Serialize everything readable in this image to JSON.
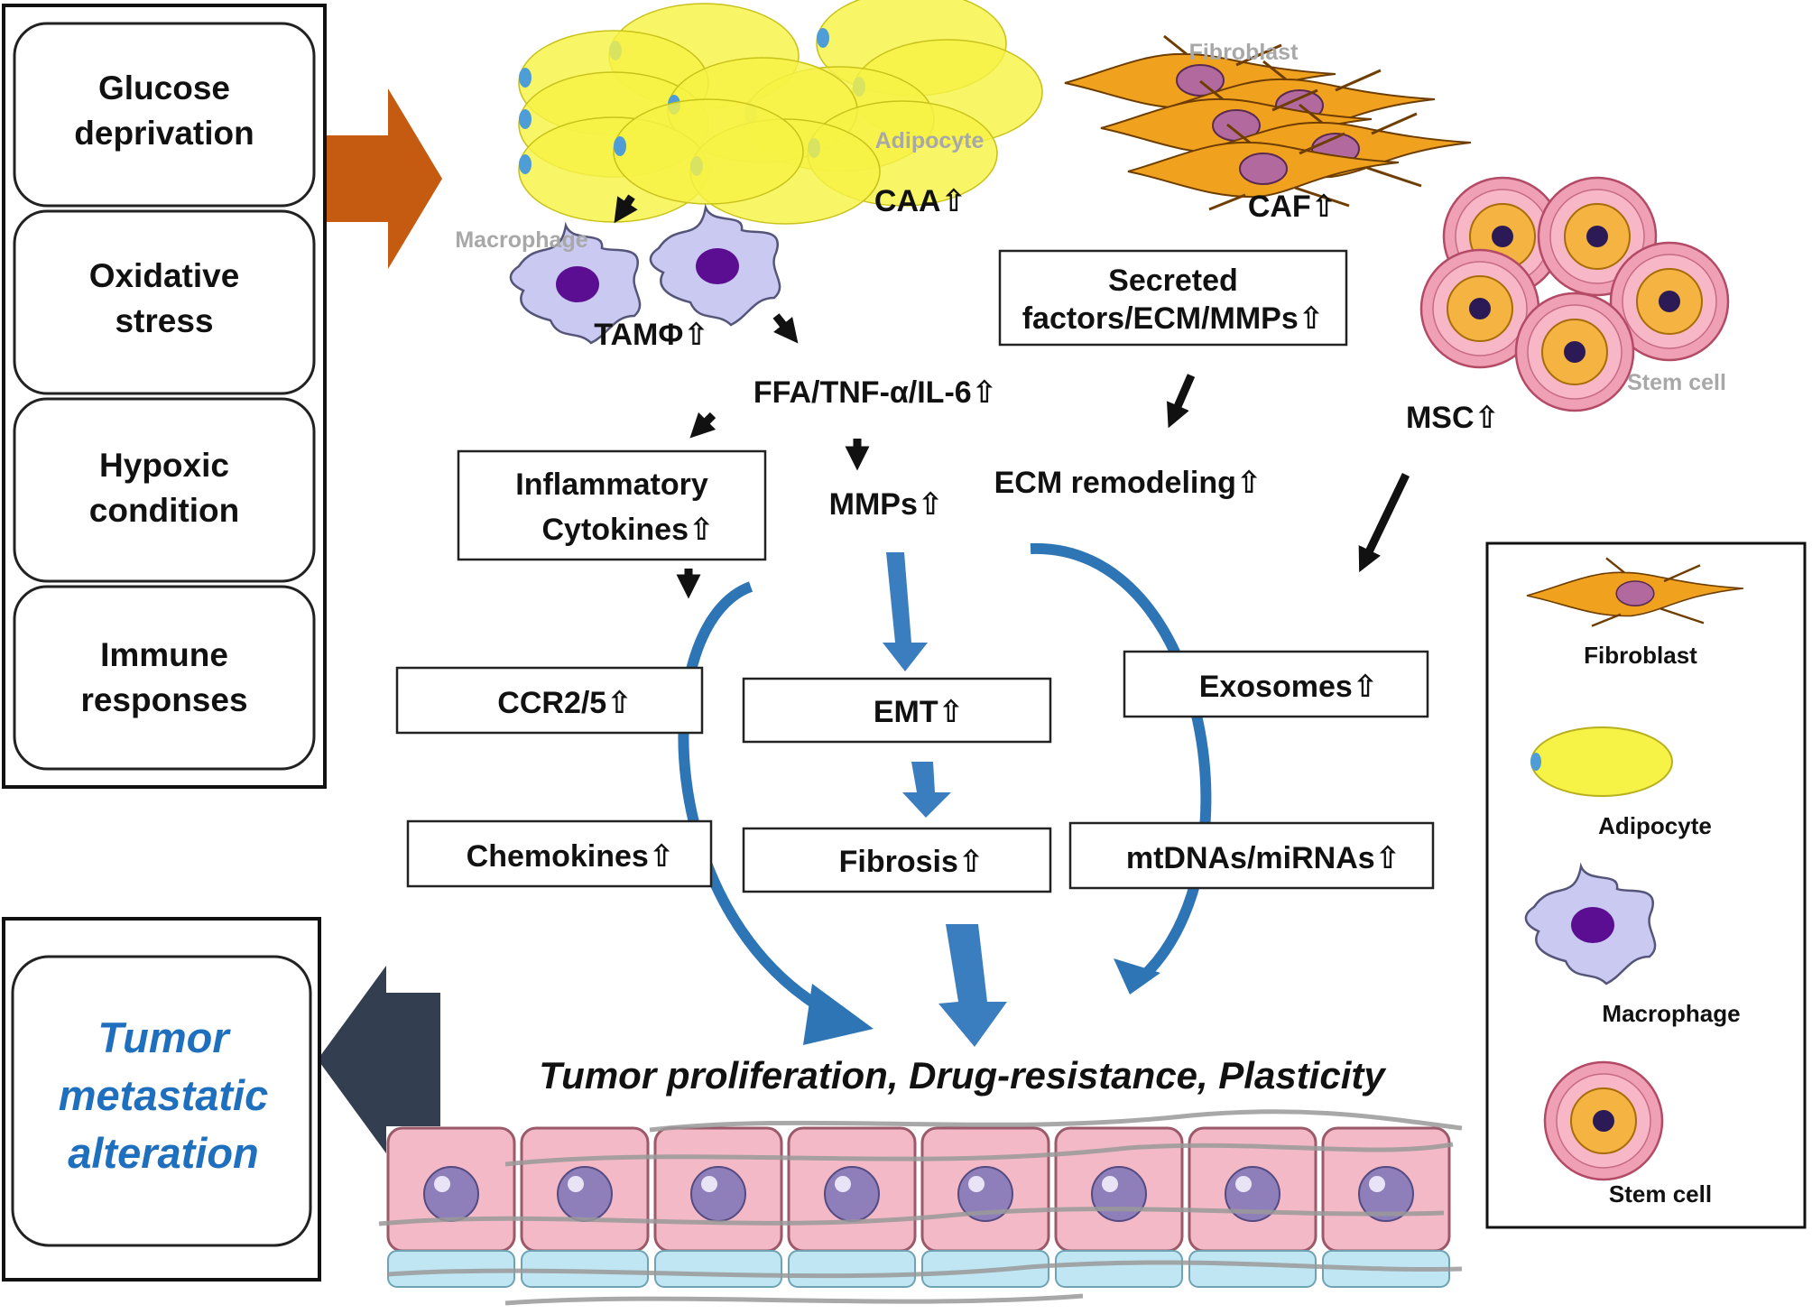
{
  "conditions": [
    {
      "line1": "Glucose",
      "line2": "deprivation"
    },
    {
      "line1": "Oxidative",
      "line2": "stress"
    },
    {
      "line1": "Hypoxic",
      "line2": "condition"
    },
    {
      "line1": "Immune",
      "line2": "responses"
    }
  ],
  "cells": {
    "adipocyte": "Adipocyte",
    "fibroblast": "Fibroblast",
    "macrophage": "Macrophage",
    "stem_cell": "Stem cell"
  },
  "labels": {
    "caa": "CAA⇧",
    "caf": "CAF⇧",
    "tam": "TAMΦ⇧",
    "msc": "MSC⇧",
    "ffa": "FFA/TNF-α/IL-6⇧",
    "secreted_l1": "Secreted",
    "secreted_l2": "factors/ECM/MMPs⇧",
    "inflammatory_l1": "Inflammatory",
    "inflammatory_l2": "Cytokines⇧",
    "mmps": "MMPs⇧",
    "ecm": "ECM remodeling⇧",
    "ccr": "CCR2/5⇧",
    "emt": "EMT⇧",
    "exosomes": "Exosomes⇧",
    "chemokines": "Chemokines⇧",
    "fibrosis": "Fibrosis⇧",
    "mtdna": "mtDNAs/miRNAs⇧",
    "tumor_outcome": "Tumor proliferation, Drug-resistance, Plasticity"
  },
  "result": {
    "line1": "Tumor",
    "line2": "metastatic",
    "line3": "alteration"
  },
  "legend": [
    "Fibroblast",
    "Adipocyte",
    "Macrophage",
    "Stem cell"
  ],
  "colors": {
    "orange_arrow": "#C55A11",
    "dark_arrow": "#333F50",
    "blue_arrow": "#2E75B6",
    "result_text": "#1F6FBF",
    "adipocyte_fill": "#F5F246",
    "fibroblast_fill": "#F0A21E",
    "macrophage_fill": "#C9C9F2",
    "stem_outer": "#EFA0B4",
    "stem_inner": "#F5B341"
  }
}
